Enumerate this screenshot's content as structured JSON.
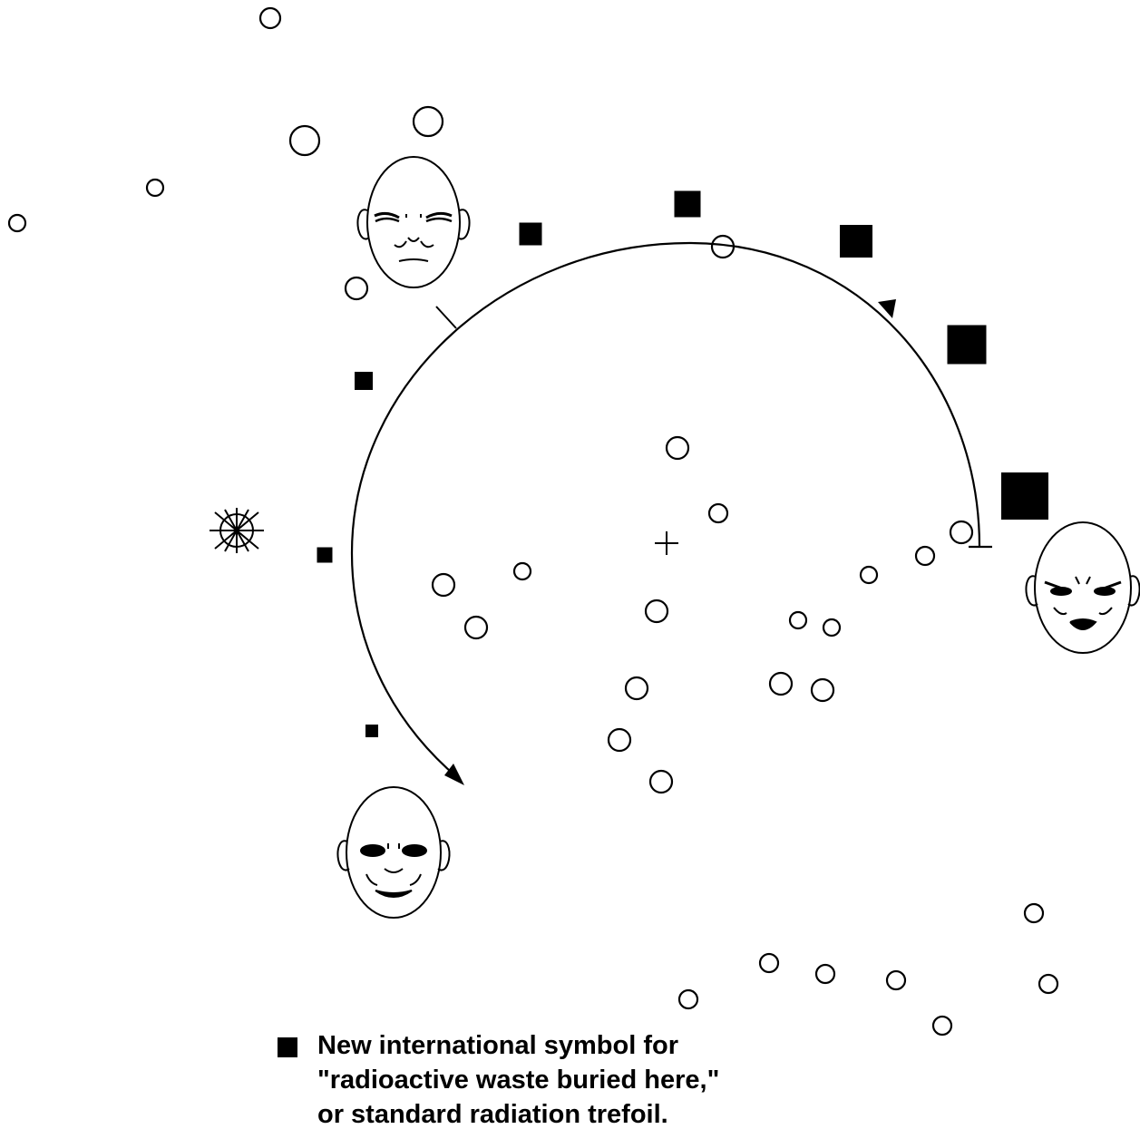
{
  "legend": {
    "symbol": "filled-black-square",
    "lines": [
      "New international symbol for",
      "\"radioactive waste buried here,\"",
      "or standard radiation trefoil."
    ]
  },
  "faces": [
    {
      "id": "face-pain",
      "expression": "grimace-eyes-closed"
    },
    {
      "id": "face-anger",
      "expression": "scowl-open-mouth"
    },
    {
      "id": "face-happy",
      "expression": "smile"
    }
  ],
  "icons": [
    "center-cross-icon",
    "asterisk-wheel-icon",
    "arc-arrowhead-icon"
  ],
  "colors": {
    "ink": "#000000",
    "background": "#ffffff"
  }
}
